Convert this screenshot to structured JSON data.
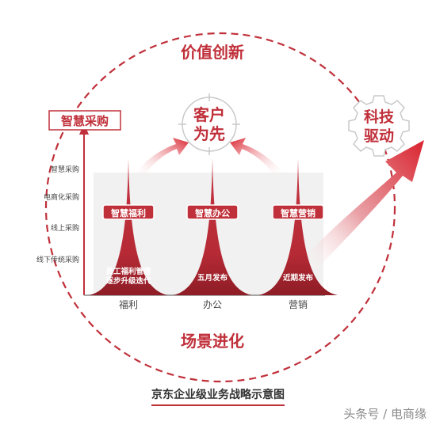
{
  "top_title": "价值创新",
  "bottom_title": "场景进化",
  "center_label_line1": "客户",
  "center_label_line2": "为先",
  "tech_label_line1": "科技",
  "tech_label_line2": "驱动",
  "axis_title": "智慧采购",
  "y_levels": [
    "智慧采购",
    "电商化采购",
    "线上采购",
    "线下传统采购"
  ],
  "scenarios": [
    {
      "tag": "智慧福利",
      "note_line1": "员工福利管理",
      "note_line2": "逐步升级迭代",
      "x_label": "福利"
    },
    {
      "tag": "智慧办公",
      "note_line1": "五月发布",
      "note_line2": "",
      "x_label": "办公"
    },
    {
      "tag": "智慧营销",
      "note_line1": "近期发布",
      "note_line2": "",
      "x_label": "营销"
    }
  ],
  "caption": "京东企业级业务战略示意图",
  "watermark": "头条号 / 电商缘",
  "colors": {
    "accent": "#c0303a",
    "dashed_circle": "#c0303a",
    "arrow": "#d9232e"
  }
}
